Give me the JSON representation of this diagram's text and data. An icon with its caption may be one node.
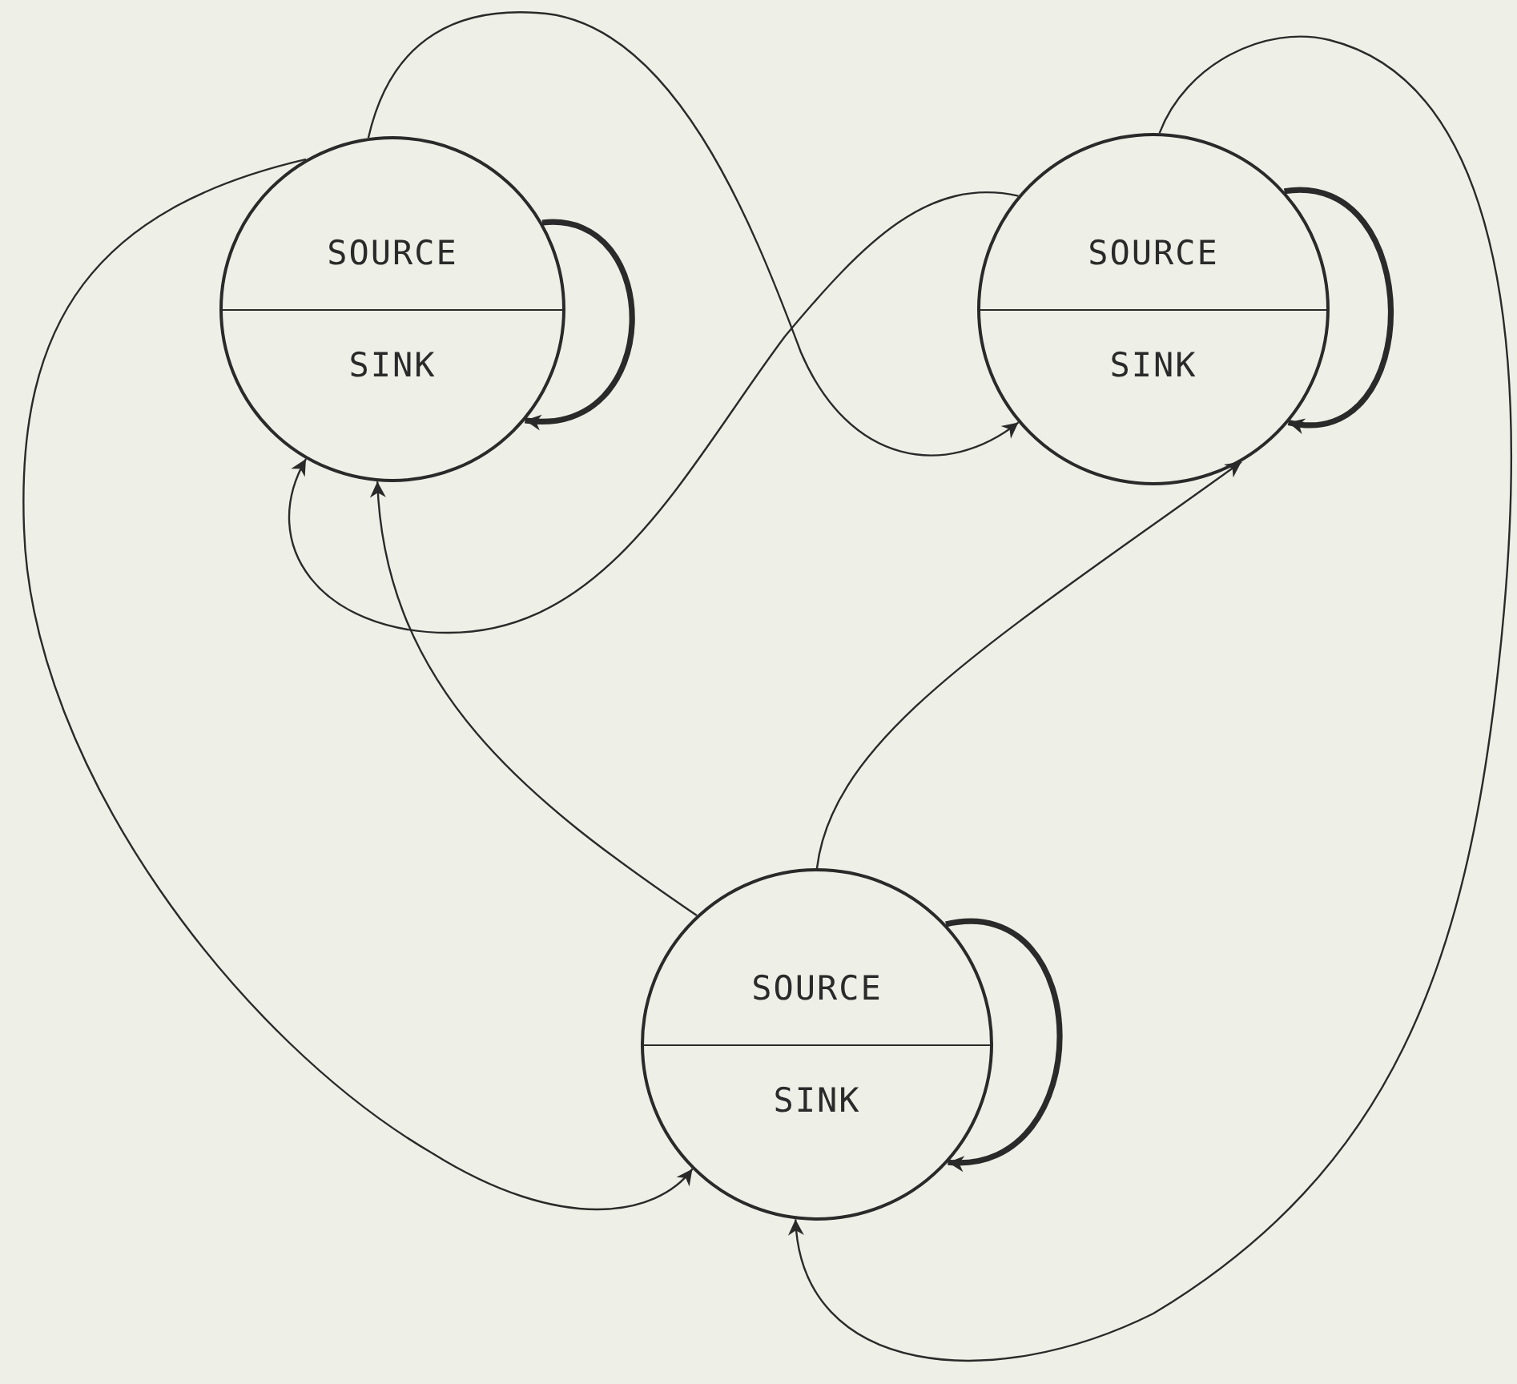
{
  "diagram": {
    "nodes": [
      {
        "text": [
          "SOURCE",
          "SINK"
        ]
      },
      {
        "text": [
          "SOURCE",
          "SINK"
        ]
      },
      {
        "text": [
          "SOURCE",
          "SINK"
        ]
      }
    ],
    "edges": [
      {
        "from": 0,
        "to": 0,
        "arrow": "to",
        "style": "thick"
      },
      {
        "from": 0,
        "to": 1,
        "arrow": "to"
      },
      {
        "from": 0,
        "to": 2,
        "arrow": "to"
      },
      {
        "from": 1,
        "to": 1,
        "arrow": "to",
        "style": "thick"
      },
      {
        "from": 1,
        "to": 0,
        "arrow": "to"
      },
      {
        "from": 1,
        "to": 2,
        "arrow": "to"
      },
      {
        "from": 2,
        "to": 2,
        "arrow": "to",
        "style": "thick"
      },
      {
        "from": 2,
        "to": 0,
        "arrow": "to"
      },
      {
        "from": 2,
        "to": 1,
        "arrow": "to"
      }
    ]
  }
}
